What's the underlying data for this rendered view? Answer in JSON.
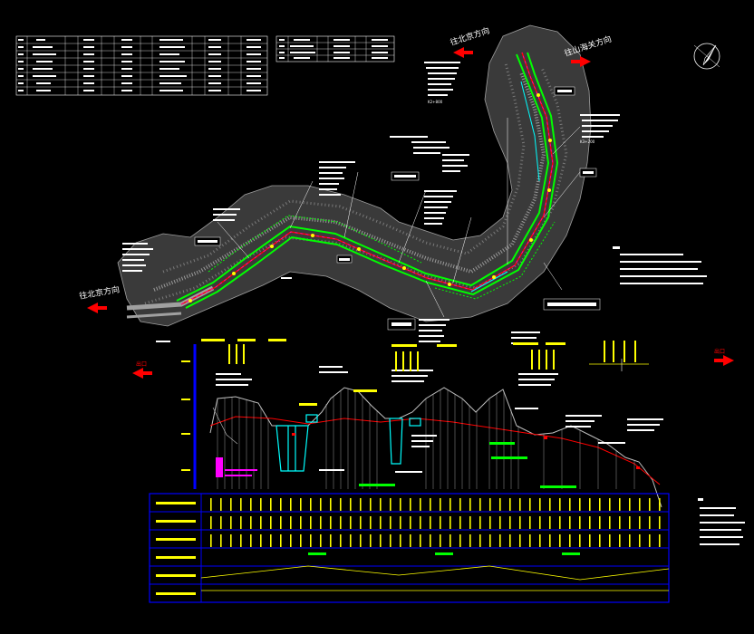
{
  "drawing": {
    "top_left_label": "往北京方向",
    "top_right_label": "往山海关方向",
    "left_label": "往北京方向",
    "station_labels": [
      "K2+800",
      "K3+200"
    ],
    "gate_labels": [
      "出口",
      "出口"
    ],
    "colors": {
      "background": "#000000",
      "terrain": "#8c8c8c",
      "road_edge": "#00ff00",
      "centerline": "#ff0000",
      "structure": "#ffffff",
      "profile_grid": "#0000ff",
      "axis": "#0000ff",
      "highlight": "#ffff00",
      "cyan": "#00ffff",
      "magenta": "#ff00ff"
    },
    "icons": [
      "north-arrow-icon",
      "direction-arrow-icon"
    ]
  }
}
